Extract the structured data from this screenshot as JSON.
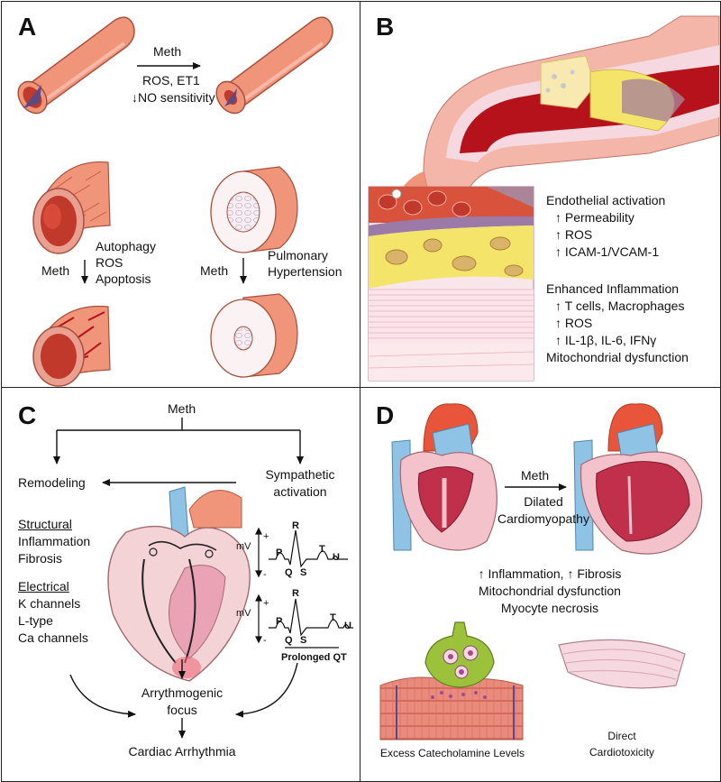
{
  "panels": {
    "A": {
      "letter": "A",
      "top_arrow": {
        "above": "Meth",
        "below_1": "ROS, ET1",
        "below_2": "NO sensitivity",
        "down_arrow": "↓"
      },
      "left_arrow": {
        "side": "Meth",
        "right_1": "Autophagy",
        "right_2": "ROS",
        "right_3": "Apoptosis"
      },
      "right_arrow": {
        "side": "Meth",
        "right_1": "Pulmonary",
        "right_2": "Hypertension"
      }
    },
    "B": {
      "letter": "B",
      "endothelial": {
        "heading": "Endothelial activation",
        "items": [
          "Permeability",
          "ROS",
          "ICAM-1/VCAM-1"
        ]
      },
      "inflammation": {
        "heading": "Enhanced Inflammation",
        "items": [
          "T cells, Macrophages",
          "ROS",
          "IL-1β, IL-6, IFNγ"
        ],
        "extra": "Mitochondrial dysfunction"
      },
      "up_arrow": "↑"
    },
    "C": {
      "letter": "C",
      "top": "Meth",
      "remodeling": "Remodeling",
      "sympathetic_1": "Sympathetic",
      "sympathetic_2": "activation",
      "structural_heading": "Structural",
      "structural_items": [
        "Inflammation",
        "Fibrosis"
      ],
      "electrical_heading": "Electrical",
      "electrical_items": [
        "K channels",
        "L-type",
        "Ca channels"
      ],
      "ecg": {
        "unit": "mV",
        "plus": "+",
        "minus": "-",
        "P": "P",
        "Q": "Q",
        "R": "R",
        "S": "S",
        "T": "T",
        "U": "U",
        "caption": "Prolonged QT"
      },
      "focus_1": "Arrythmogenic",
      "focus_2": "focus",
      "result": "Cardiac Arrhythmia"
    },
    "D": {
      "letter": "D",
      "arrow_above": "Meth",
      "arrow_below_1": "Dilated",
      "arrow_below_2": "Cardiomyopathy",
      "effects": [
        "↑ Inflammation, ↑ Fibrosis",
        "Mitochondrial dysfunction",
        "Myocyte necrosis"
      ],
      "catecholamine": "Excess Catecholamine Levels",
      "direct_1": "Direct",
      "direct_2": "Cardiotoxicity"
    }
  },
  "colors": {
    "vessel_outer": "#f0957a",
    "vessel_inner": "#c0392b",
    "blood": "#b5121b",
    "adventitia": "#f3b6a8",
    "fat": "#f5e46a",
    "plaque": "#f7e9b0",
    "pink_layer": "#f6d9e0",
    "heart_red": "#c0304a",
    "heart_pink": "#e9a3b4",
    "vessel_blue": "#8ec3e6",
    "aorta_orange": "#e9553a",
    "muscle": "#e98a7d",
    "nerve_green": "#9bc23a"
  }
}
